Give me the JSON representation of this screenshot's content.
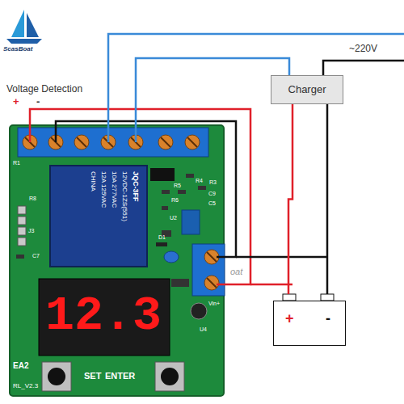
{
  "diagram": {
    "nodes": [
      {
        "text": [
          "Charger"
        ]
      },
      {
        "text": [
          "+",
          "-"
        ]
      }
    ],
    "edges": [
      {
        "from": 0,
        "to": 1,
        "arrow": "none"
      },
      {
        "from": 0,
        "to": 1,
        "arrow": "none"
      }
    ],
    "labels": [
      "ScasBoat",
      "Voltage Detection",
      "+",
      "-",
      "~220V",
      "JQC-3FF",
      "12VDC-1ZS(551)",
      "10A 277VAC",
      "12A 125VAC",
      "CHINA",
      "12.3",
      "SET",
      "ENTER",
      "EA2",
      "RL_V2.3",
      "R1",
      "R8",
      "J3",
      "C7",
      "R5",
      "R6",
      "R4",
      "C9",
      "R3",
      "C5",
      "U2",
      "D1",
      "U4",
      "Vin+",
      "oat"
    ]
  }
}
